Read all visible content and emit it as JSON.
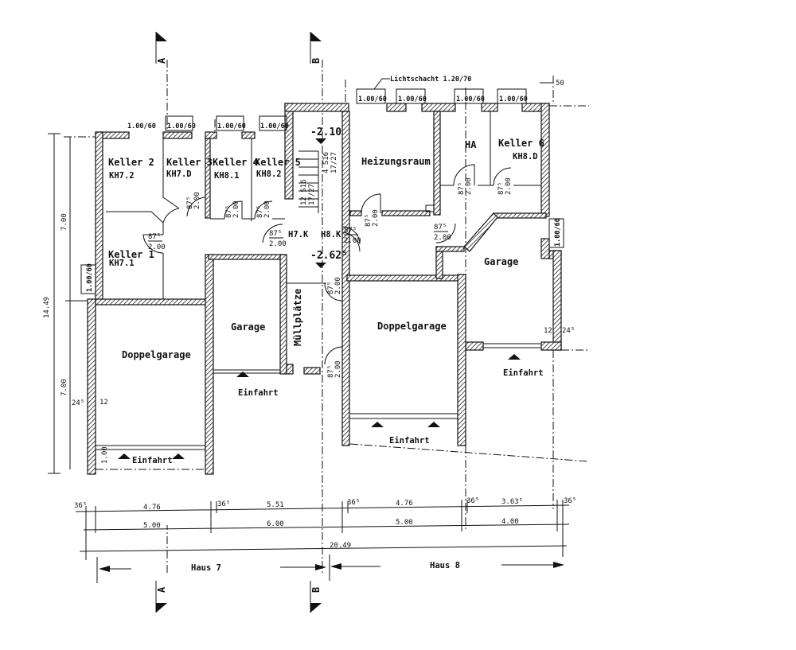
{
  "rooms": {
    "keller2": {
      "name": "Keller 2",
      "code": "KH7.2"
    },
    "keller3": {
      "name": "Keller 3",
      "code": "KH7.D"
    },
    "keller4": {
      "name": "Keller 4",
      "code": "KH8.1"
    },
    "keller5": {
      "name": "Keller 5",
      "code": "KH8.2"
    },
    "keller1": {
      "name": "Keller 1",
      "code": "KH7.1"
    },
    "keller6": {
      "name": "Keller 6",
      "code": "KH8.D"
    },
    "ha": "HA",
    "heizung": "Heizungsraum",
    "h7k": "H7.K",
    "h8k": "H8.K",
    "garage_left": "Garage",
    "garage_right": "Garage",
    "doppelgarage_left": "Doppelgarage",
    "doppelgarage_right": "Doppelgarage",
    "muellplaetze": "Müllplätze"
  },
  "entries": [
    "Einfahrt",
    "Einfahrt",
    "Einfahrt",
    "Einfahrt"
  ],
  "levels": {
    "upper": "-2.10",
    "lower": "-2.62⁵"
  },
  "windows": [
    "1.00/60",
    "1.00/60",
    "1.00/60",
    "1.00/60",
    "1.00/60",
    "1.00/60",
    "1.00/60",
    "1.00/60",
    "1.00/60",
    "1.00/60"
  ],
  "lichtschacht": "Lichtschacht 1.20/70",
  "doors": {
    "top": "87⁵",
    "bottom": "2.00"
  },
  "stairs": [
    "4 S16",
    "17/27",
    "12 S16",
    "17/27"
  ],
  "sections": {
    "a": "A",
    "b": "B"
  },
  "dims": {
    "top_right": "50",
    "left_total": "14.49",
    "left_upper": "7.00",
    "left_lower": "7.00",
    "wall_left": "24⁵",
    "wall_left_inner": "12",
    "wall_right_inner": "12",
    "wall_right": "24⁵",
    "einfahrt_depth": "1.00",
    "row1": [
      "36⁵",
      "4.76",
      "36⁵",
      "5.51",
      "36⁵",
      "4.76",
      "36⁵",
      "3.63⁵",
      "36⁵"
    ],
    "row2": [
      "5.00",
      "6.00",
      "5.00",
      "4.00"
    ],
    "total": "20.49"
  },
  "houses": {
    "h7": "Haus 7",
    "h8": "Haus 8"
  }
}
